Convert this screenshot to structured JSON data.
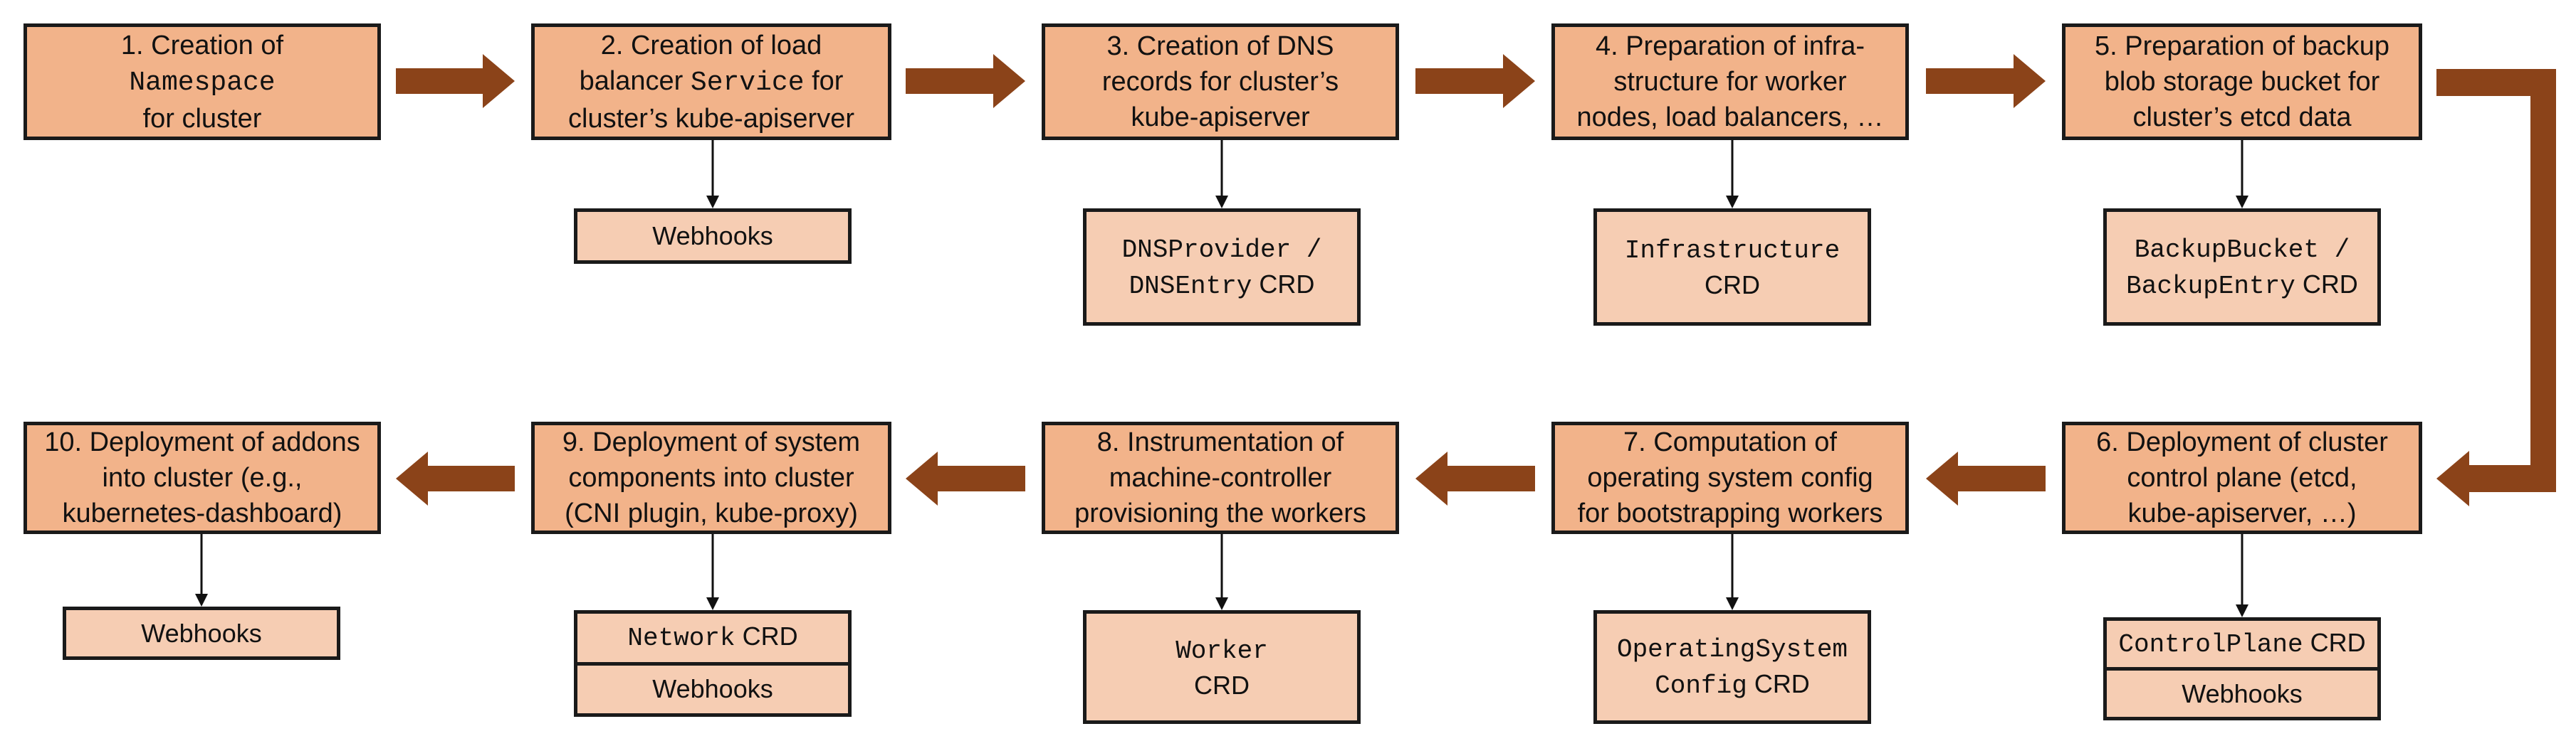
{
  "colors": {
    "step_fill": "#f2b38a",
    "sub_fill": "#f6cdb3",
    "flow_arrow": "#8b4319",
    "border": "#1a1a1a"
  },
  "steps": [
    {
      "lines": [
        [
          {
            "t": "1. Creation of",
            "mono": false
          }
        ],
        [
          {
            "t": "Namespace",
            "mono": true
          }
        ],
        [
          {
            "t": "for cluster",
            "mono": false
          }
        ]
      ]
    },
    {
      "lines": [
        [
          {
            "t": "2. Creation of load",
            "mono": false
          }
        ],
        [
          {
            "t": "balancer ",
            "mono": false
          },
          {
            "t": "Service",
            "mono": true
          },
          {
            "t": " for",
            "mono": false
          }
        ],
        [
          {
            "t": "cluster’s kube-apiserver",
            "mono": false
          }
        ]
      ]
    },
    {
      "lines": [
        [
          {
            "t": "3. Creation of DNS",
            "mono": false
          }
        ],
        [
          {
            "t": "records for cluster’s",
            "mono": false
          }
        ],
        [
          {
            "t": "kube-apiserver",
            "mono": false
          }
        ]
      ]
    },
    {
      "lines": [
        [
          {
            "t": "4. Preparation of infra-",
            "mono": false
          }
        ],
        [
          {
            "t": "structure for worker",
            "mono": false
          }
        ],
        [
          {
            "t": "nodes, load balancers, …",
            "mono": false
          }
        ]
      ]
    },
    {
      "lines": [
        [
          {
            "t": "5. Preparation of backup",
            "mono": false
          }
        ],
        [
          {
            "t": "blob storage bucket for",
            "mono": false
          }
        ],
        [
          {
            "t": "cluster’s etcd data",
            "mono": false
          }
        ]
      ]
    },
    {
      "lines": [
        [
          {
            "t": "6. Deployment of cluster",
            "mono": false
          }
        ],
        [
          {
            "t": "control plane (etcd,",
            "mono": false
          }
        ],
        [
          {
            "t": "kube-apiserver, …)",
            "mono": false
          }
        ]
      ]
    },
    {
      "lines": [
        [
          {
            "t": "7. Computation of",
            "mono": false
          }
        ],
        [
          {
            "t": "operating system config",
            "mono": false
          }
        ],
        [
          {
            "t": "for bootstrapping workers",
            "mono": false
          }
        ]
      ]
    },
    {
      "lines": [
        [
          {
            "t": "8. Instrumentation of",
            "mono": false
          }
        ],
        [
          {
            "t": "machine-controller",
            "mono": false
          }
        ],
        [
          {
            "t": "provisioning the workers",
            "mono": false
          }
        ]
      ]
    },
    {
      "lines": [
        [
          {
            "t": "9. Deployment of system",
            "mono": false
          }
        ],
        [
          {
            "t": "components into cluster",
            "mono": false
          }
        ],
        [
          {
            "t": "(CNI plugin, kube-proxy)",
            "mono": false
          }
        ]
      ]
    },
    {
      "lines": [
        [
          {
            "t": "10. Deployment of addons",
            "mono": false
          }
        ],
        [
          {
            "t": "into cluster (e.g.,",
            "mono": false
          }
        ],
        [
          {
            "t": "kubernetes-dashboard)",
            "mono": false
          }
        ]
      ]
    }
  ],
  "subs": [
    {
      "step": 2,
      "cells": [
        [
          [
            {
              "t": "Webhooks",
              "mono": false
            }
          ]
        ]
      ]
    },
    {
      "step": 3,
      "cells": [
        [
          [
            {
              "t": "DNSProvider /",
              "mono": true
            }
          ],
          [
            {
              "t": "DNSEntry",
              "mono": true
            },
            {
              "t": " CRD",
              "mono": false
            }
          ]
        ]
      ]
    },
    {
      "step": 4,
      "cells": [
        [
          [
            {
              "t": "Infrastructure",
              "mono": true
            }
          ],
          [
            {
              "t": "CRD",
              "mono": false
            }
          ]
        ]
      ]
    },
    {
      "step": 5,
      "cells": [
        [
          [
            {
              "t": "BackupBucket /",
              "mono": true
            }
          ],
          [
            {
              "t": "BackupEntry",
              "mono": true
            },
            {
              "t": " CRD",
              "mono": false
            }
          ]
        ]
      ]
    },
    {
      "step": 6,
      "cells": [
        [
          [
            {
              "t": "ControlPlane",
              "mono": true
            },
            {
              "t": " CRD",
              "mono": false
            }
          ]
        ],
        [
          [
            {
              "t": "Webhooks",
              "mono": false
            }
          ]
        ]
      ]
    },
    {
      "step": 7,
      "cells": [
        [
          [
            {
              "t": "OperatingSystem",
              "mono": true
            }
          ],
          [
            {
              "t": "Config",
              "mono": true
            },
            {
              "t": " CRD",
              "mono": false
            }
          ]
        ]
      ]
    },
    {
      "step": 8,
      "cells": [
        [
          [
            {
              "t": "Worker",
              "mono": true
            }
          ],
          [
            {
              "t": "CRD",
              "mono": false
            }
          ]
        ]
      ]
    },
    {
      "step": 9,
      "cells": [
        [
          [
            {
              "t": "Network",
              "mono": true
            },
            {
              "t": " CRD",
              "mono": false
            }
          ]
        ],
        [
          [
            {
              "t": "Webhooks",
              "mono": false
            }
          ]
        ]
      ]
    },
    {
      "step": 10,
      "cells": [
        [
          [
            {
              "t": "Webhooks",
              "mono": false
            }
          ]
        ]
      ]
    }
  ]
}
